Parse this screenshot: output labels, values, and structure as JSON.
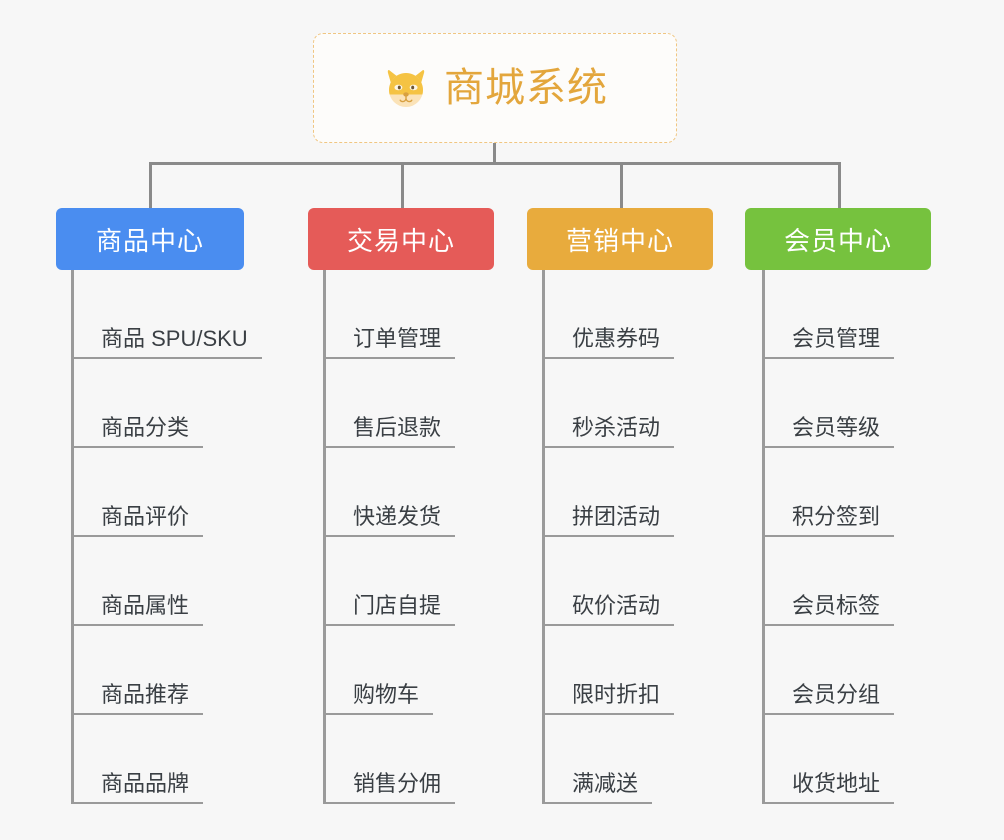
{
  "diagram": {
    "type": "mindmap-tree",
    "background_color": "#f7f7f7",
    "connector_color": "#8a8a8a",
    "root": {
      "title": "商城系统",
      "icon": "dog-face-icon",
      "border_color": "#f0c682",
      "text_color": "#e3a63c",
      "background_color": "#fdfcfa"
    },
    "branches": [
      {
        "label": "商品中心",
        "color": "#4a8df0",
        "items": [
          "商品 SPU/SKU",
          "商品分类",
          "商品评价",
          "商品属性",
          "商品推荐",
          "商品品牌"
        ]
      },
      {
        "label": "交易中心",
        "color": "#e55b58",
        "items": [
          "订单管理",
          "售后退款",
          "快递发货",
          "门店自提",
          "购物车",
          "销售分佣"
        ]
      },
      {
        "label": "营销中心",
        "color": "#e8ab3d",
        "items": [
          "优惠券码",
          "秒杀活动",
          "拼团活动",
          "砍价活动",
          "限时折扣",
          "满减送"
        ]
      },
      {
        "label": "会员中心",
        "color": "#76c23e",
        "items": [
          "会员管理",
          "会员等级",
          "积分签到",
          "会员标签",
          "会员分组",
          "收货地址"
        ]
      }
    ]
  }
}
